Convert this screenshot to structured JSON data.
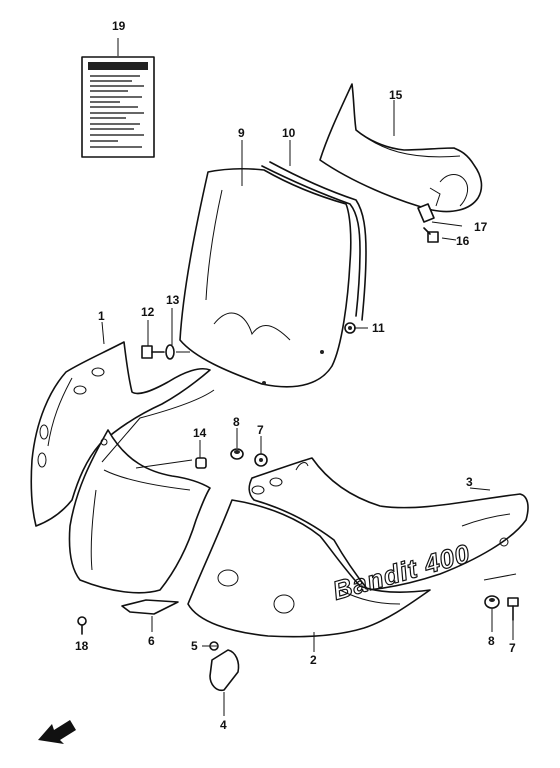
{
  "diagram": {
    "parts": [
      {
        "id": "label-sheet",
        "callout": "19"
      },
      {
        "id": "windscreen-upper",
        "callout": "15"
      },
      {
        "id": "windscreen",
        "callout": "9"
      },
      {
        "id": "windscreen-trim",
        "callout": "10"
      },
      {
        "id": "bracket-17",
        "callout": "17"
      },
      {
        "id": "bolt-16",
        "callout": "16"
      },
      {
        "id": "nut-11",
        "callout": "11"
      },
      {
        "id": "bolt-12",
        "callout": "12"
      },
      {
        "id": "washer-13",
        "callout": "13"
      },
      {
        "id": "cowl-inner",
        "callout": "1"
      },
      {
        "id": "clip-14",
        "callout": "14"
      },
      {
        "id": "grommet-8-upper",
        "callout": "8"
      },
      {
        "id": "nut-7-upper",
        "callout": "7"
      },
      {
        "id": "cowl-side-3",
        "callout": "3"
      },
      {
        "id": "cowl-lower-2",
        "callout": "2"
      },
      {
        "id": "screw-5",
        "callout": "5"
      },
      {
        "id": "bracket-4",
        "callout": "4"
      },
      {
        "id": "bracket-6",
        "callout": "6"
      },
      {
        "id": "screw-18",
        "callout": "18"
      },
      {
        "id": "grommet-8-lower",
        "callout": "8"
      },
      {
        "id": "bolt-7-lower",
        "callout": "7"
      }
    ],
    "decal_text": "Bandit 400",
    "direction_icon": "front-arrow-icon"
  }
}
